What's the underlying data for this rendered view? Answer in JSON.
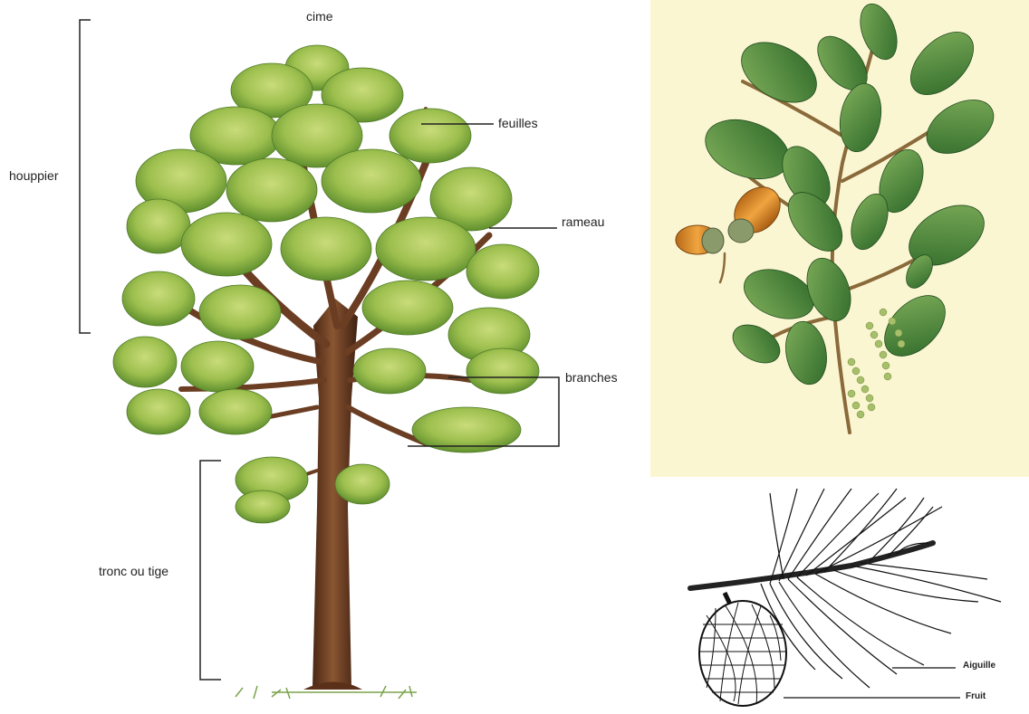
{
  "tree_diagram": {
    "labels": {
      "cime": "cime",
      "feuilles": "feuilles",
      "houppier": "houppier",
      "rameau": "rameau",
      "branches": "branches",
      "tronc": "tronc ou tige"
    }
  },
  "pine_diagram": {
    "labels": {
      "aiguille": "Aiguille",
      "fruit": "Fruit"
    }
  },
  "colors": {
    "foliage_dark": "#5f8f2e",
    "foliage_light": "#b7cf62",
    "trunk": "#6b3d22",
    "oak_background": "#fbf6d2",
    "acorn": "#d98b2a",
    "leader_line": "#222222"
  }
}
